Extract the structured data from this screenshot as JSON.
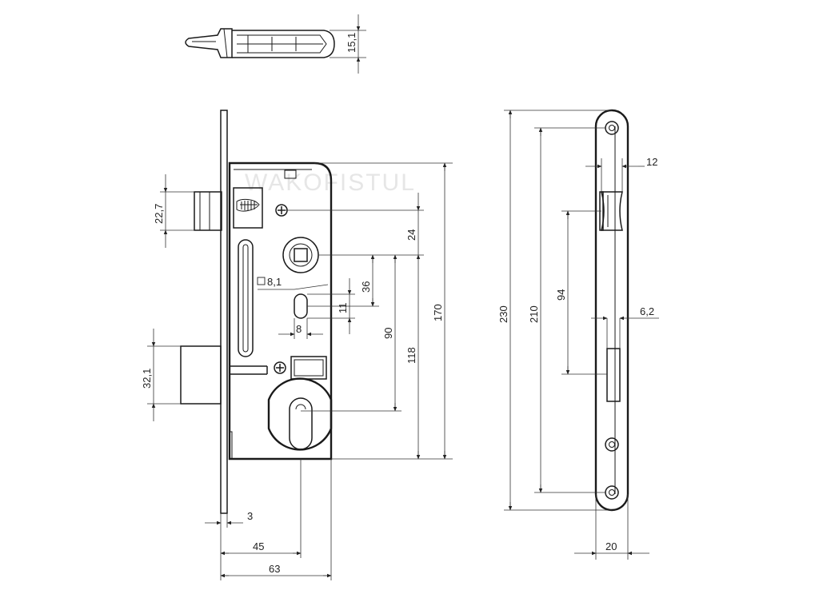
{
  "watermark": "WAKOFISTUL",
  "side_view": {
    "thickness": "15,1"
  },
  "front_view": {
    "faceplate_thickness": "3",
    "backset": "45",
    "case_depth": "63",
    "latch_height": "22,7",
    "bolt_height": "32,1",
    "case_height": "170",
    "follower_to_top": "24",
    "spindle_square": "8,1",
    "follower_to_cylinder": "90",
    "top_to_cylinder": "118",
    "follower_to_hole": "36",
    "hole_diameter": "11",
    "hole_width": "8"
  },
  "faceplate_view": {
    "faceplate_height": "230",
    "screw_spacing": "210",
    "latch_slot_width": "12",
    "latch_to_bolt": "94",
    "bolt_slot_width": "6,2",
    "faceplate_width": "20"
  }
}
